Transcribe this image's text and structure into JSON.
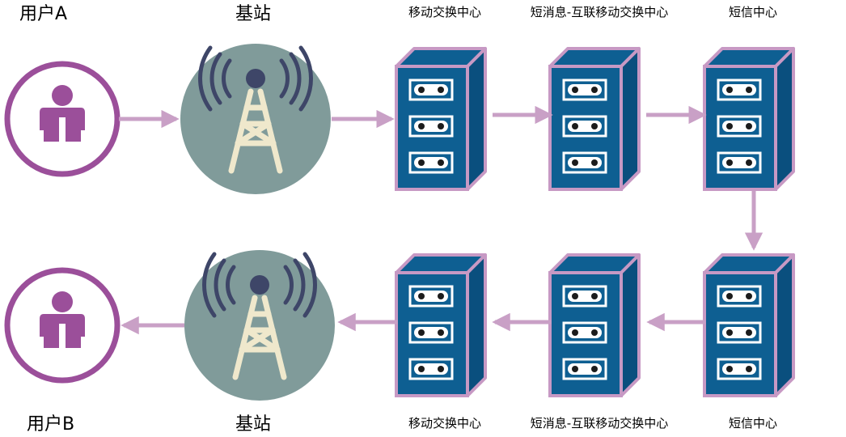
{
  "top_row": {
    "user_label": "用户A",
    "station_label": "基站",
    "msc_label": "移动交换中心",
    "smsiwmsc_label": "短消息-互联移动交换中心",
    "smsc_label": "短信中心"
  },
  "bottom_row": {
    "user_label": "用户B",
    "station_label": "基站",
    "msc_label": "移动交换中心",
    "smsiwmsc_label": "短消息-互联移动交换中心",
    "smsc_label": "短信中心"
  },
  "icons": {
    "user": "person-icon",
    "station": "cell-tower-icon",
    "server": "server-rack-icon"
  },
  "colors": {
    "person": "#9b4f9a",
    "arrow": "#c9a0c6",
    "tower_bg": "#809b9a",
    "tower": "#efe8cc",
    "server_front": "#0e5f92",
    "server_side": "#0a4f7e",
    "server_border": "#c799c4"
  }
}
